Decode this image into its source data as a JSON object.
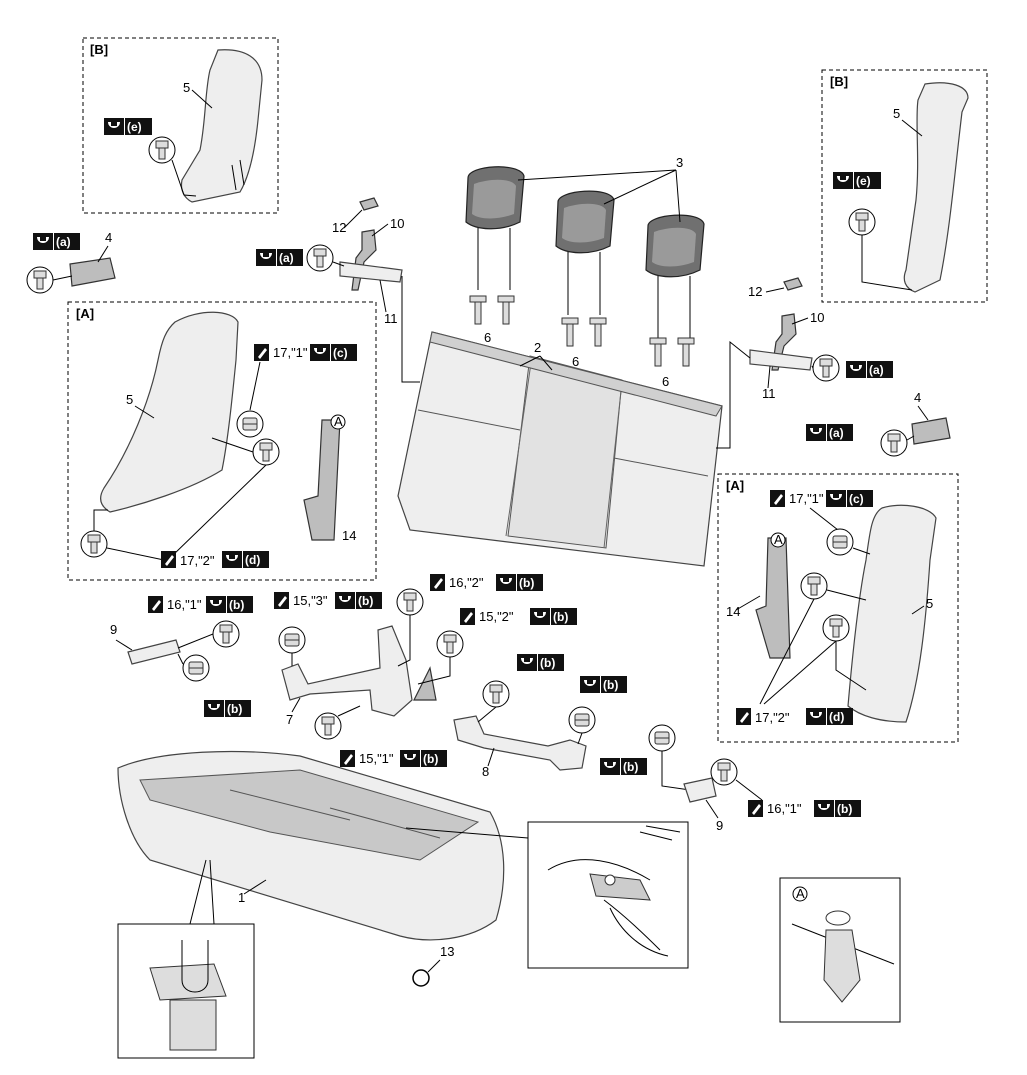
{
  "callouts": {
    "n1": "1",
    "n2": "2",
    "n3": "3",
    "n4": "4",
    "n5": "5",
    "n6": "6",
    "n7": "7",
    "n8": "8",
    "n9": "9",
    "n10": "10",
    "n11": "11",
    "n12": "12",
    "n13": "13",
    "n14": "14"
  },
  "sections": {
    "A": "[A]",
    "B": "[B]",
    "clipRef": "A"
  },
  "torque": {
    "a": "(a)",
    "b": "(b)",
    "c": "(c)",
    "d": "(d)",
    "e": "(e)"
  },
  "notes": {
    "n17_1": "17,\"1\"",
    "n17_2": "17,\"2\"",
    "n16_1": "16,\"1\"",
    "n16_2": "16,\"2\"",
    "n15_1": "15,\"1\"",
    "n15_2": "15,\"2\"",
    "n15_3": "15,\"3\""
  },
  "colors": {
    "torque_badge": "#111111",
    "part_fill": "#eeeeee",
    "line": "#000000"
  },
  "icons": {
    "torque": "wrench-icon",
    "sequence": "pencil-icon",
    "bolt": "bolt-icon",
    "nut": "nut-icon"
  }
}
